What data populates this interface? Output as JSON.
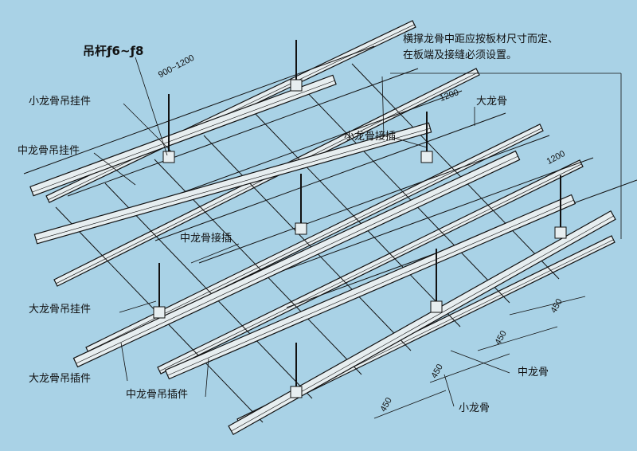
{
  "labels": {
    "hanger_rod": "吊杆ƒ6~ƒ8",
    "span_900_1200": "900~1200",
    "note_line1": "横撑龙骨中距应按板材尺寸而定、",
    "note_line2": "在板端及接缝必须设置。",
    "main_keel": "大龙骨",
    "small_keel_hanger": "小龙骨吊挂件",
    "mid_keel_hanger": "中龙骨吊挂件",
    "small_keel_connector": "小龙骨接插",
    "mid_keel_connector": "中龙骨接插",
    "main_keel_hanger": "大龙骨吊挂件",
    "main_keel_insert": "大龙骨吊插件",
    "mid_keel_insert": "中龙骨吊插件",
    "mid_keel": "中龙骨",
    "small_keel": "小龙骨"
  },
  "dimensions": {
    "d1200_a": "1200",
    "d1200_b": "1200",
    "d450_1": "450",
    "d450_2": "450",
    "d450_3": "450",
    "d450_4": "450"
  },
  "colors": {
    "background": "#a9d2e6",
    "line": "#111111",
    "bar_fill": "#e7eef0"
  }
}
